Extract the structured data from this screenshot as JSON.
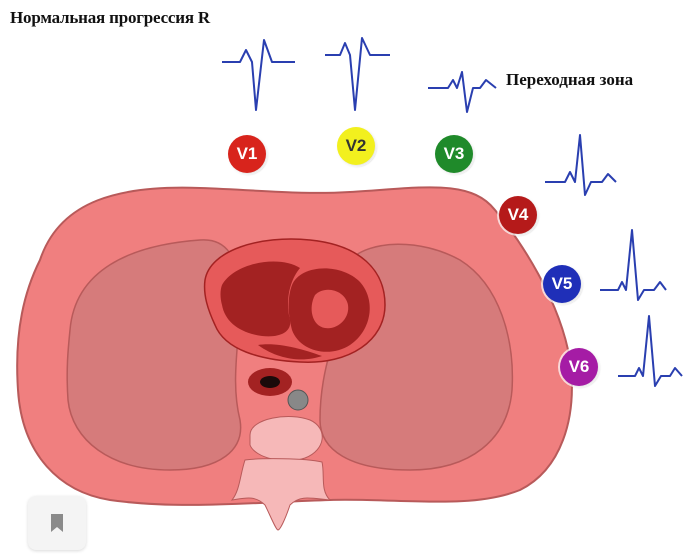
{
  "title": "Нормальная прогрессия R",
  "transition_label": "Переходная зона",
  "leads": [
    {
      "label": "V1",
      "color": "#d8241c",
      "text_color": "#ffffff"
    },
    {
      "label": "V2",
      "color": "#f2f01e",
      "text_color": "#333333"
    },
    {
      "label": "V3",
      "color": "#1f8a2a",
      "text_color": "#ffffff"
    },
    {
      "label": "V4",
      "color": "#b51a1a",
      "text_color": "#ffffff"
    },
    {
      "label": "V5",
      "color": "#1f2fb8",
      "text_color": "#ffffff"
    },
    {
      "label": "V6",
      "color": "#a51ca5",
      "text_color": "#ffffff"
    }
  ],
  "colors": {
    "ecg": "#2a3fb0",
    "chest": "#f07f7f",
    "chest_outline": "#b85a5a",
    "lung": "#d67b7b",
    "heart": "#e65a5a",
    "heart_dark": "#a32222"
  },
  "icons": {
    "bookmark": "bookmark-icon"
  }
}
